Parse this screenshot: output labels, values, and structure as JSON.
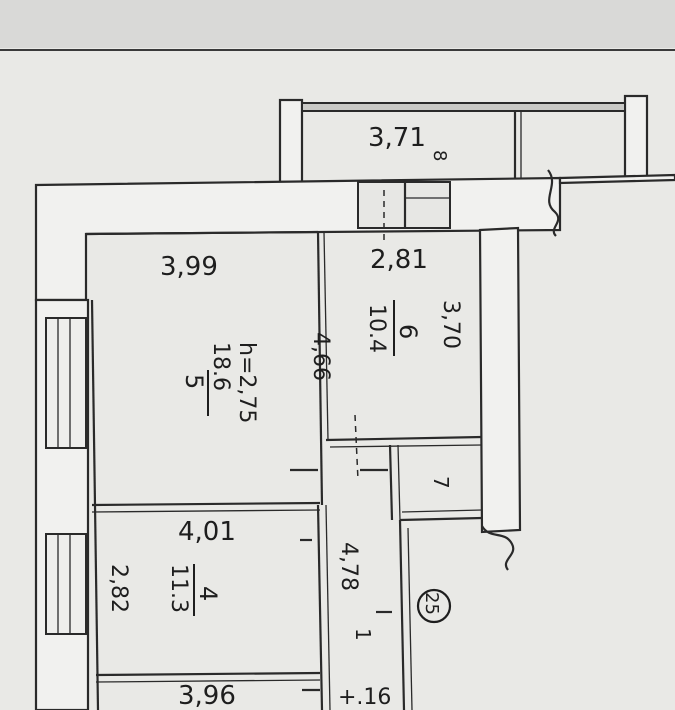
{
  "plan": {
    "balcony": {
      "width": "3,71",
      "number": "8"
    },
    "room5": {
      "width": "3,99",
      "number": "5",
      "area": "18.6",
      "height": "h=2,75",
      "length": "4,66"
    },
    "room6": {
      "width": "2,81",
      "number": "6",
      "area": "10.4",
      "length": "3,70"
    },
    "room7": {
      "number": "7"
    },
    "room4": {
      "width": "4,01",
      "number": "4",
      "area": "11.3",
      "length": "2,82"
    },
    "hall": {
      "length": "4,78",
      "number": "1"
    },
    "bottom": {
      "width": "3,96",
      "height_mark": "+.16"
    },
    "apartment_number": "25"
  }
}
